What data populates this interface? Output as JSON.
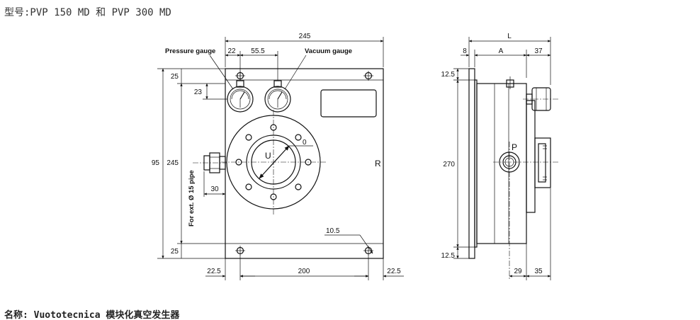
{
  "header": {
    "title": "型号:PVP 150 MD 和 PVP 300 MD"
  },
  "footer": {
    "caption": "名称: Vuototecnica 模块化真空发生器"
  },
  "front_view": {
    "labels": {
      "pressure_gauge": "Pressure gauge",
      "vacuum_gauge": "Vacuum gauge",
      "pipe": "For ext. Ø 15 pipe",
      "port_r": "R",
      "port_u": "U",
      "zero": "0"
    },
    "dims": {
      "width_top": "245",
      "gauge_offset": "22",
      "gauge_spacing": "55.5",
      "top_margin": "25",
      "gauge_height": "23",
      "height_outer": "95",
      "height_inner": "245",
      "bottom_margin": "25",
      "pipe_offset": "30",
      "hole_dia": "10.5",
      "left_margin": "22.5",
      "hole_pitch": "200",
      "right_margin": "22.5"
    }
  },
  "side_view": {
    "labels": {
      "port_p": "P"
    },
    "dims": {
      "total_length": "L",
      "flange": "8",
      "body": "A",
      "outlet": "37",
      "top": "12.5",
      "height": "270",
      "bottom": "12.5",
      "port_offset": "29",
      "port_depth": "35"
    }
  }
}
